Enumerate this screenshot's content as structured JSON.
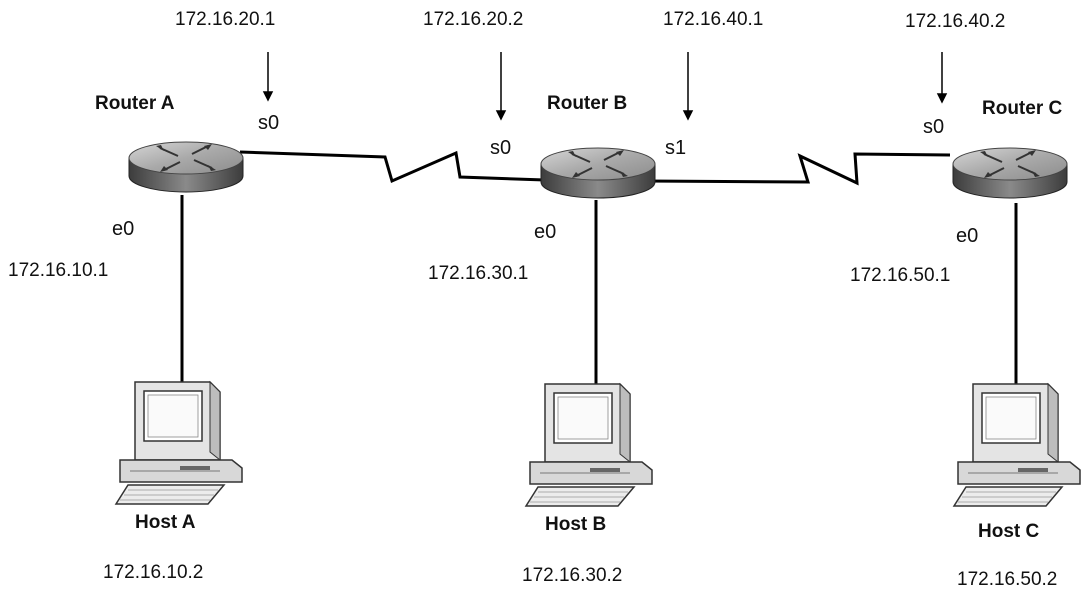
{
  "routers": [
    {
      "name": "Router A",
      "serial_interface": "s0",
      "serial_ip": "172.16.20.1",
      "ethernet_interface": "e0",
      "ethernet_ip": "172.16.10.1"
    },
    {
      "name": "Router B",
      "serial_interfaces": [
        {
          "name": "s0",
          "ip": "172.16.20.2"
        },
        {
          "name": "s1",
          "ip": "172.16.40.1"
        }
      ],
      "ethernet_interface": "e0",
      "ethernet_ip": "172.16.30.1"
    },
    {
      "name": "Router C",
      "serial_interface": "s0",
      "serial_ip": "172.16.40.2",
      "ethernet_interface": "e0",
      "ethernet_ip": "172.16.50.1"
    }
  ],
  "hosts": [
    {
      "name": "Host A",
      "ip": "172.16.10.2"
    },
    {
      "name": "Host B",
      "ip": "172.16.30.2"
    },
    {
      "name": "Host C",
      "ip": "172.16.50.2"
    }
  ],
  "icons": {
    "router": "router-icon",
    "host": "desktop-computer-icon",
    "arrow": "arrow-down-icon",
    "serial_link": "serial-link-icon"
  },
  "colors": {
    "line": "#000000",
    "router_top": "#b8b8b8",
    "router_side": "#6e6e6e",
    "computer_body": "#e2e2e2",
    "screen": "#ffffff"
  }
}
